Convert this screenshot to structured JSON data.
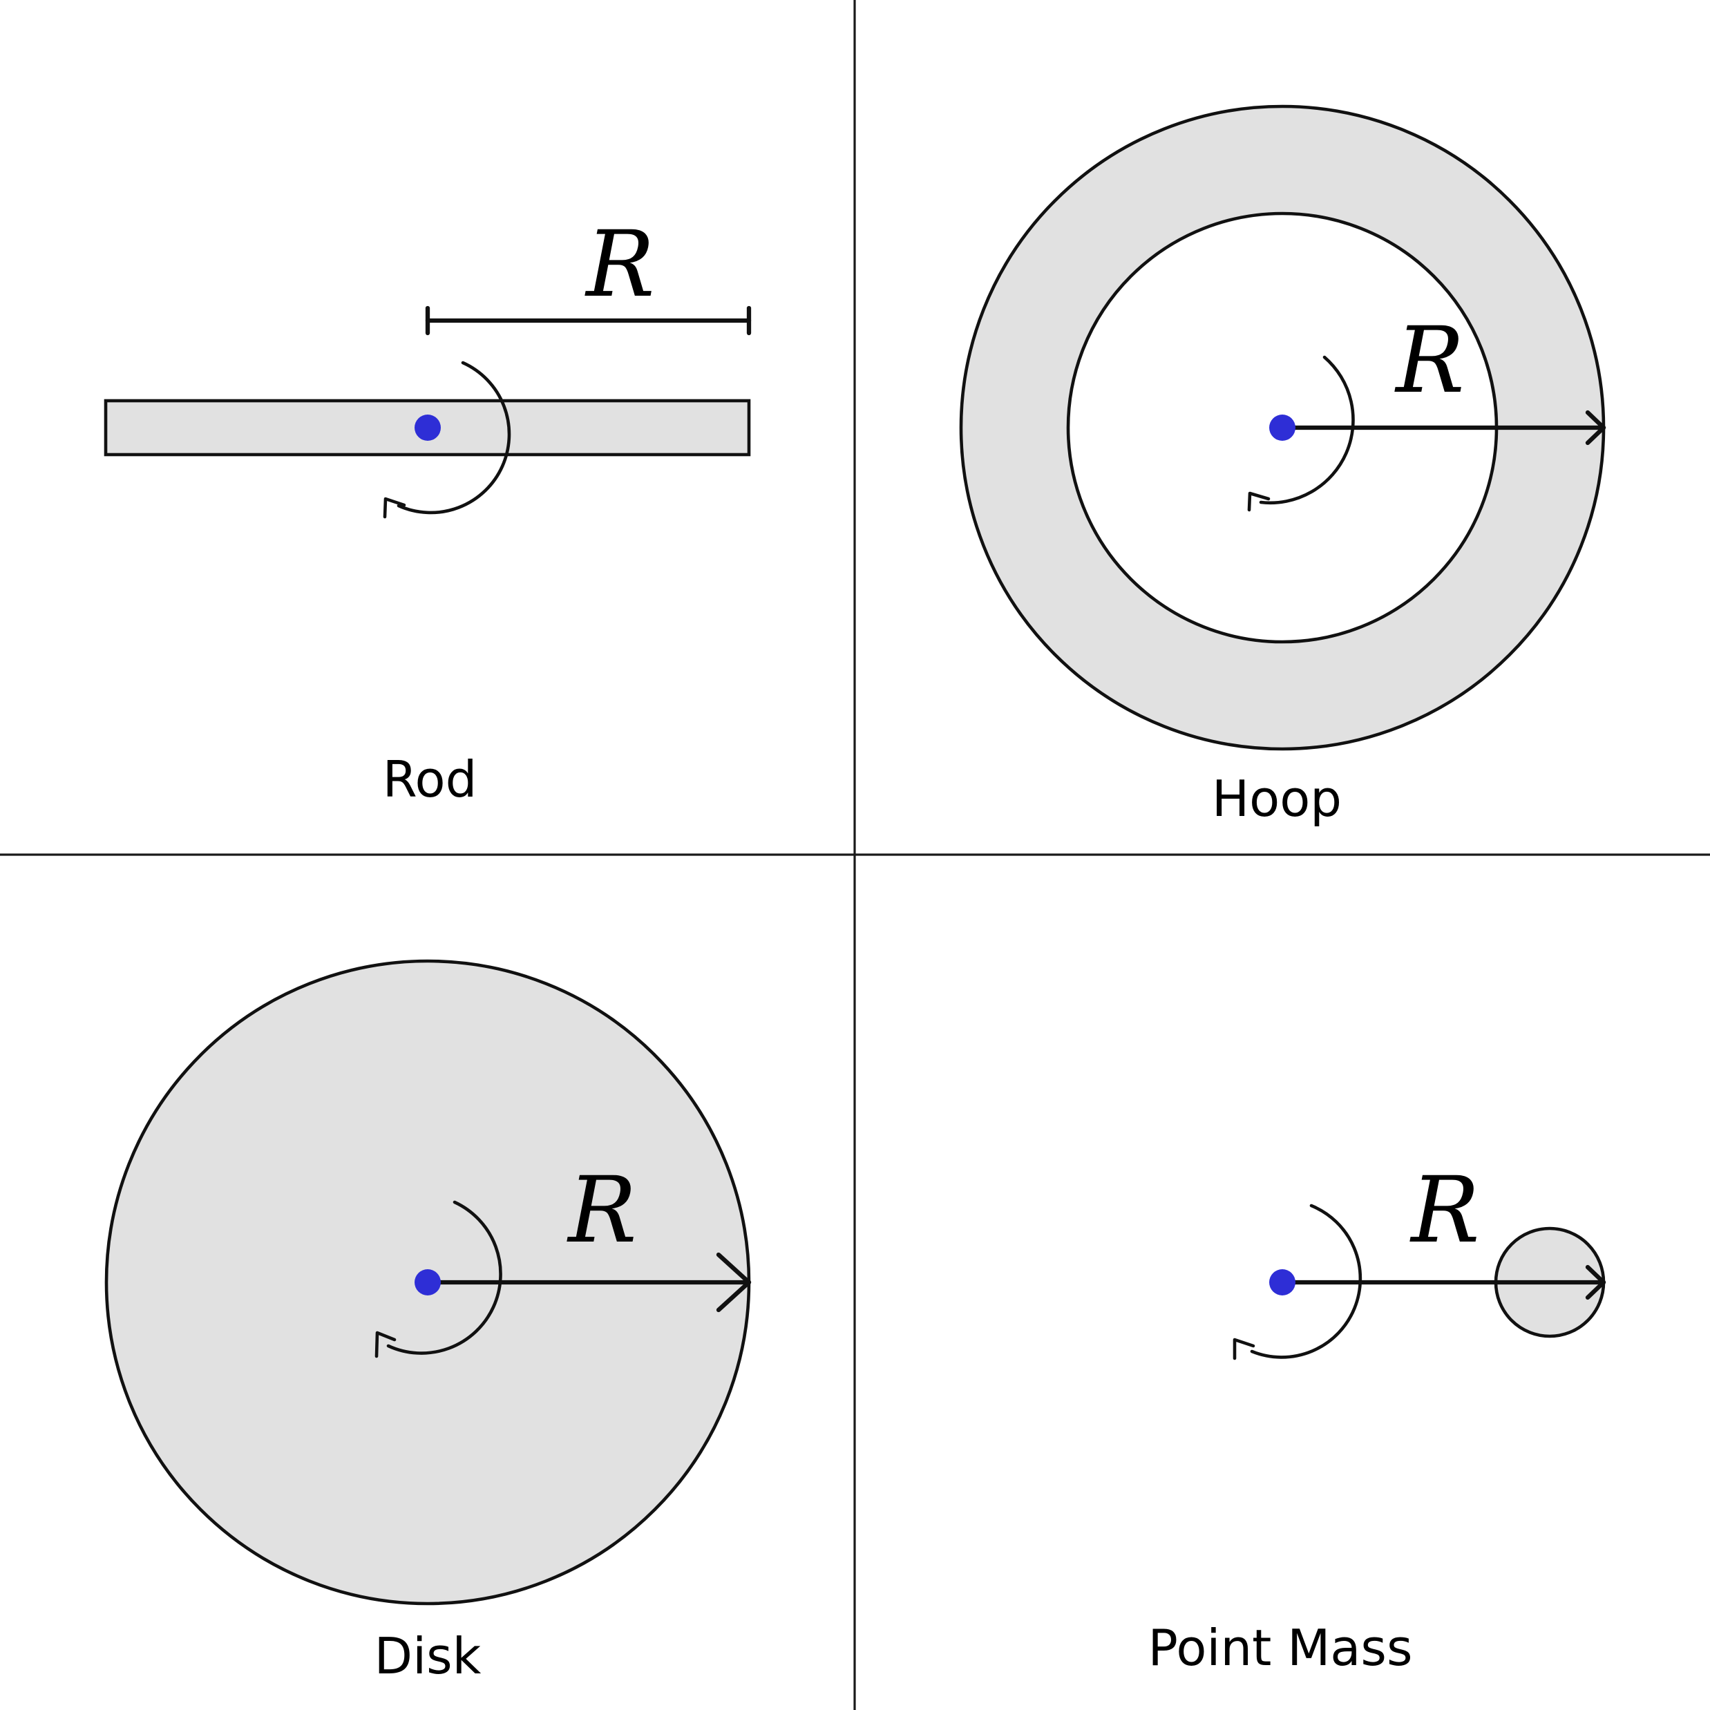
{
  "colors": {
    "background": "#ffffff",
    "shape_fill": "#e1e1e1",
    "outline": "#111111",
    "pivot": "#2e2ed6"
  },
  "panels": [
    {
      "id": "rod",
      "label": "Rod",
      "radius_symbol": "R"
    },
    {
      "id": "hoop",
      "label": "Hoop",
      "radius_symbol": "R"
    },
    {
      "id": "disk",
      "label": "Disk",
      "radius_symbol": "R"
    },
    {
      "id": "point-mass",
      "label": "Point Mass",
      "radius_symbol": "R"
    }
  ],
  "icons": {
    "pivot": "pivot-dot-icon",
    "rotation": "rotation-arrow-icon",
    "radius": "radius-arrow-icon"
  }
}
